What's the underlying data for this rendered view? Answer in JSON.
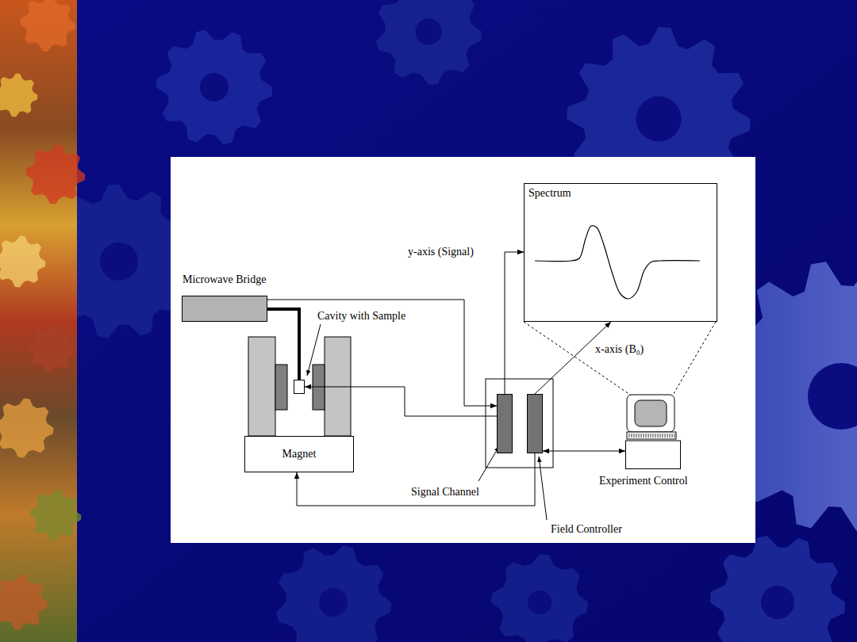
{
  "diagram": {
    "nodes": [
      {
        "text": [
          "Microwave Bridge"
        ]
      },
      {
        "text": [
          "Spectrum"
        ]
      },
      {
        "text": [
          "Cavity with Sample"
        ]
      },
      {
        "text": [
          "Magnet"
        ]
      },
      {
        "text": [
          "Signal Channel"
        ]
      },
      {
        "text": [
          "Field Controller"
        ]
      },
      {
        "text": [
          "Experiment Control"
        ]
      }
    ],
    "edges": [
      {
        "from": 0,
        "to": 4,
        "arrow": "to"
      },
      {
        "from": 0,
        "to": 2,
        "arrow": "none"
      },
      {
        "from": 4,
        "to": 2,
        "arrow": "to"
      },
      {
        "from": 4,
        "to": 1,
        "label": "y-axis (Signal)",
        "arrow": "to"
      },
      {
        "from": 5,
        "to": 1,
        "label": "x-axis (B₀)",
        "arrow": "to"
      },
      {
        "from": 5,
        "to": 3,
        "arrow": "to"
      },
      {
        "from": 5,
        "to": 6,
        "arrow": "both"
      }
    ]
  }
}
